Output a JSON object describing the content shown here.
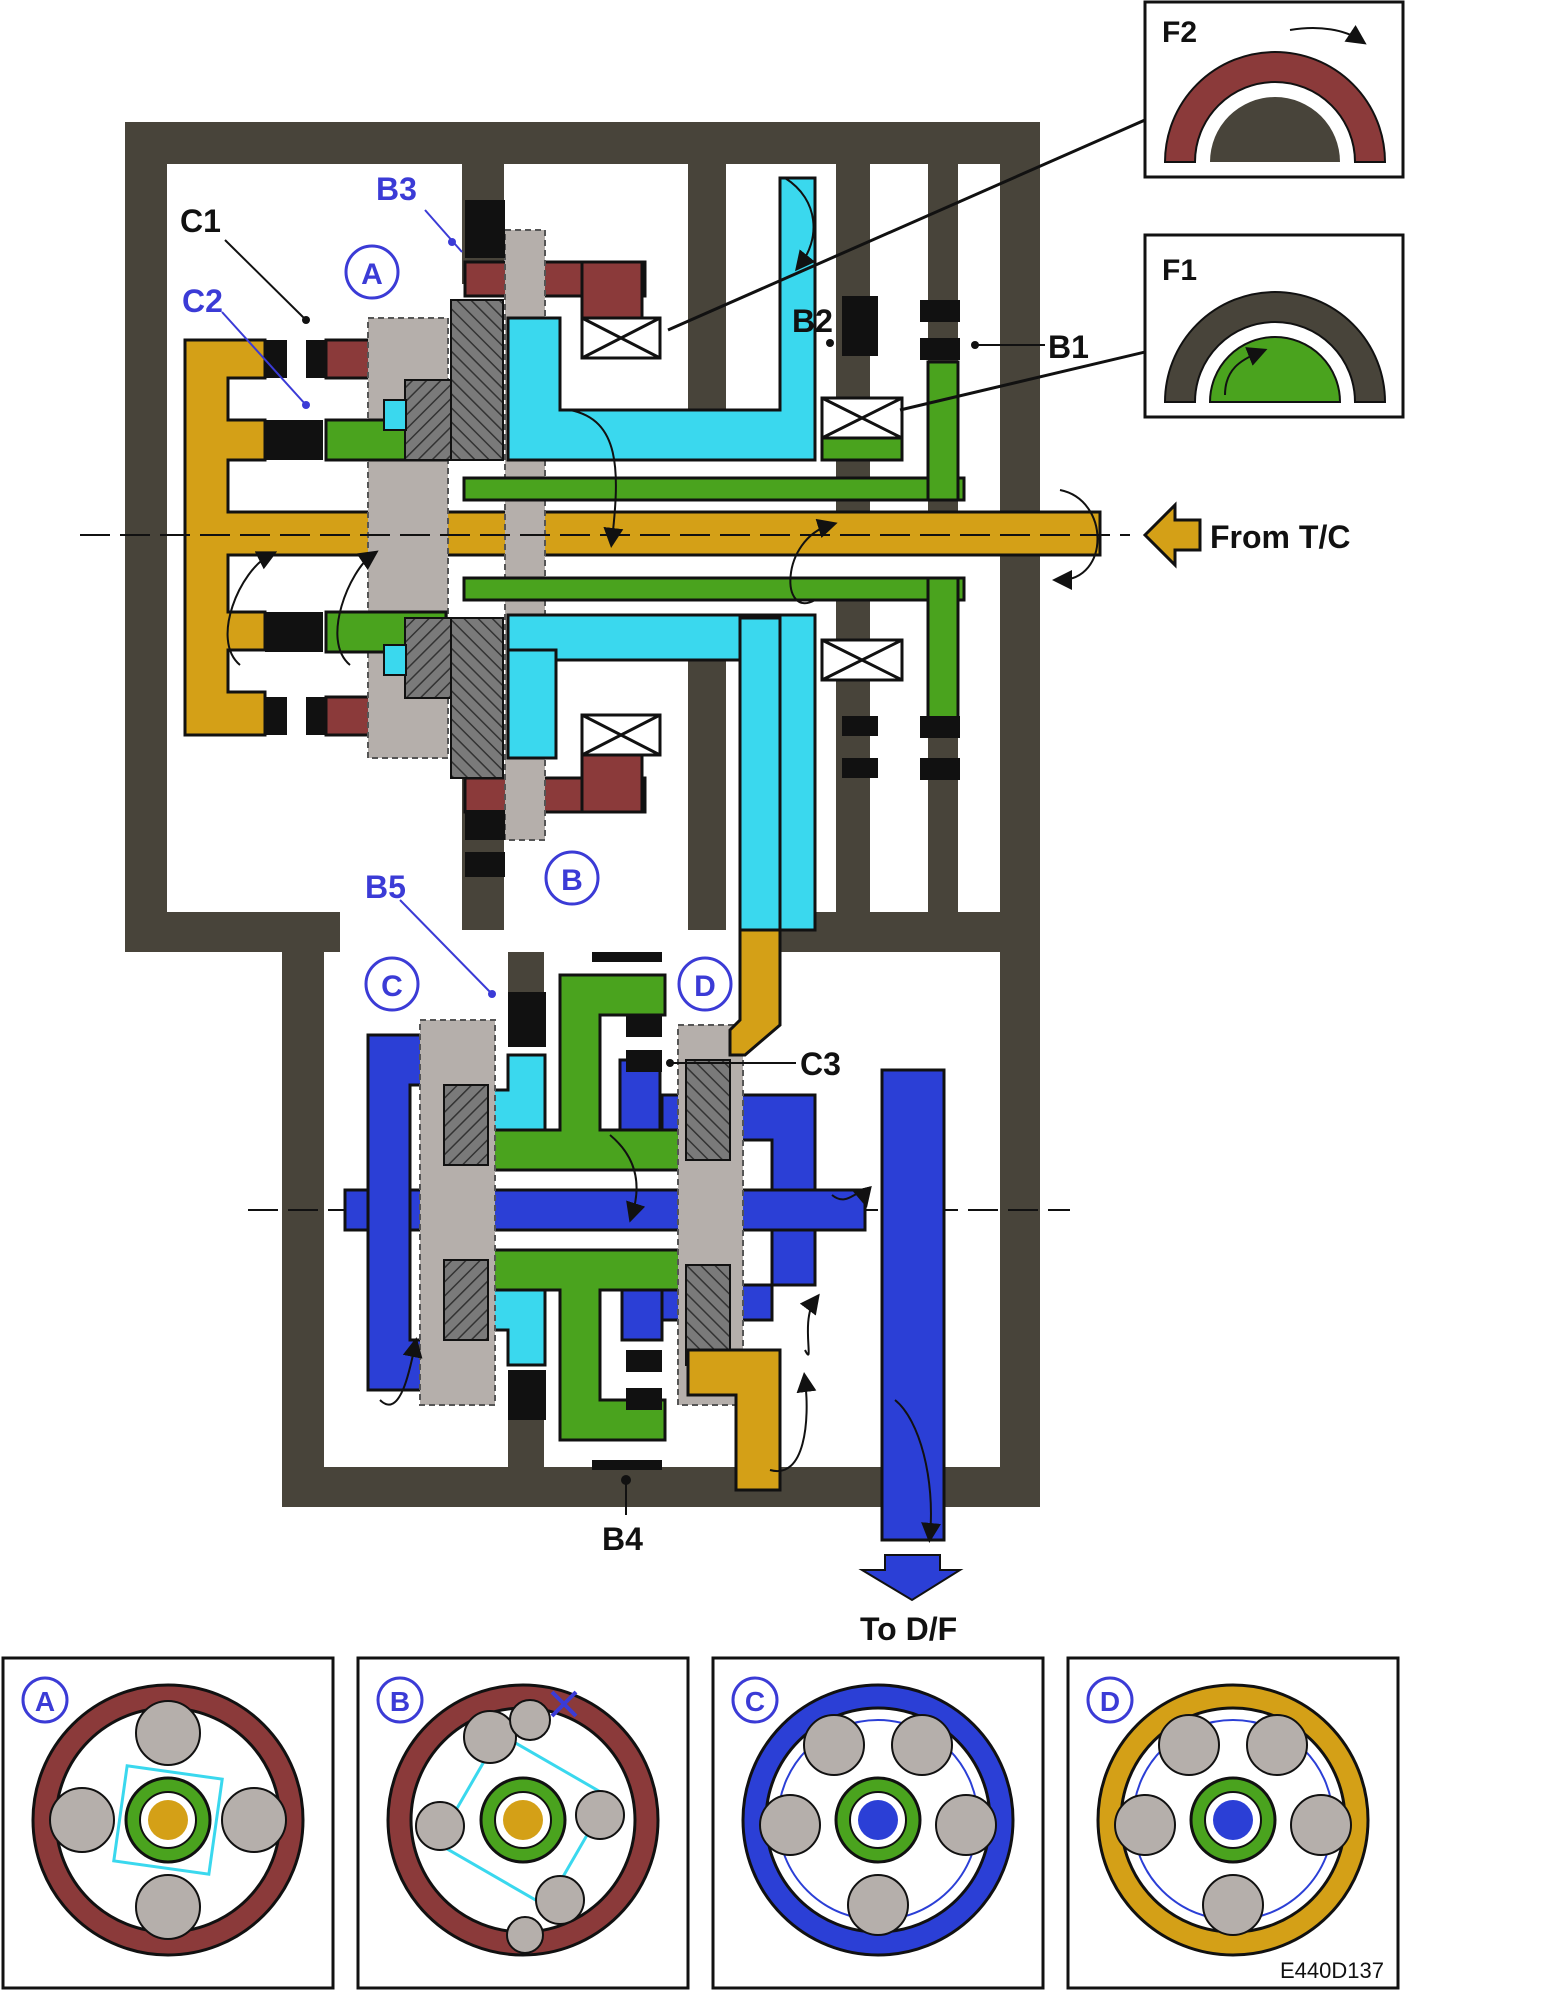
{
  "labels": {
    "c1": "C1",
    "c2": "C2",
    "b1": "B1",
    "b2": "B2",
    "b3": "B3",
    "b4": "B4",
    "b5": "B5",
    "c3": "C3",
    "f1": "F1",
    "f2": "F2",
    "from_tc": "From T/C",
    "to_df": "To D/F"
  },
  "callouts": {
    "a": "A",
    "b": "B",
    "c": "C",
    "d": "D"
  },
  "detail_panels": [
    {
      "label": "A",
      "ring_color": "#8b3a3a",
      "sun_color": "#d4a017"
    },
    {
      "label": "B",
      "ring_color": "#8b3a3a",
      "sun_color": "#d4a017"
    },
    {
      "label": "C",
      "ring_color": "#2b3fd6",
      "sun_color": "#2b3fd6"
    },
    {
      "label": "D",
      "ring_color": "#d4a017",
      "sun_color": "#2b3fd6"
    }
  ],
  "figure_code": "E440D137",
  "colors": {
    "housing": "#48443a",
    "input_shaft": "#d4a017",
    "ring_red": "#8b3a3a",
    "carrier_cyan": "#3ad8ee",
    "sun_green": "#4aa31e",
    "output_blue": "#2b3fd6",
    "carrier_gray": "#b5afab",
    "pinion_hatch": "#707070",
    "label_blue": "#3b3bd6"
  }
}
